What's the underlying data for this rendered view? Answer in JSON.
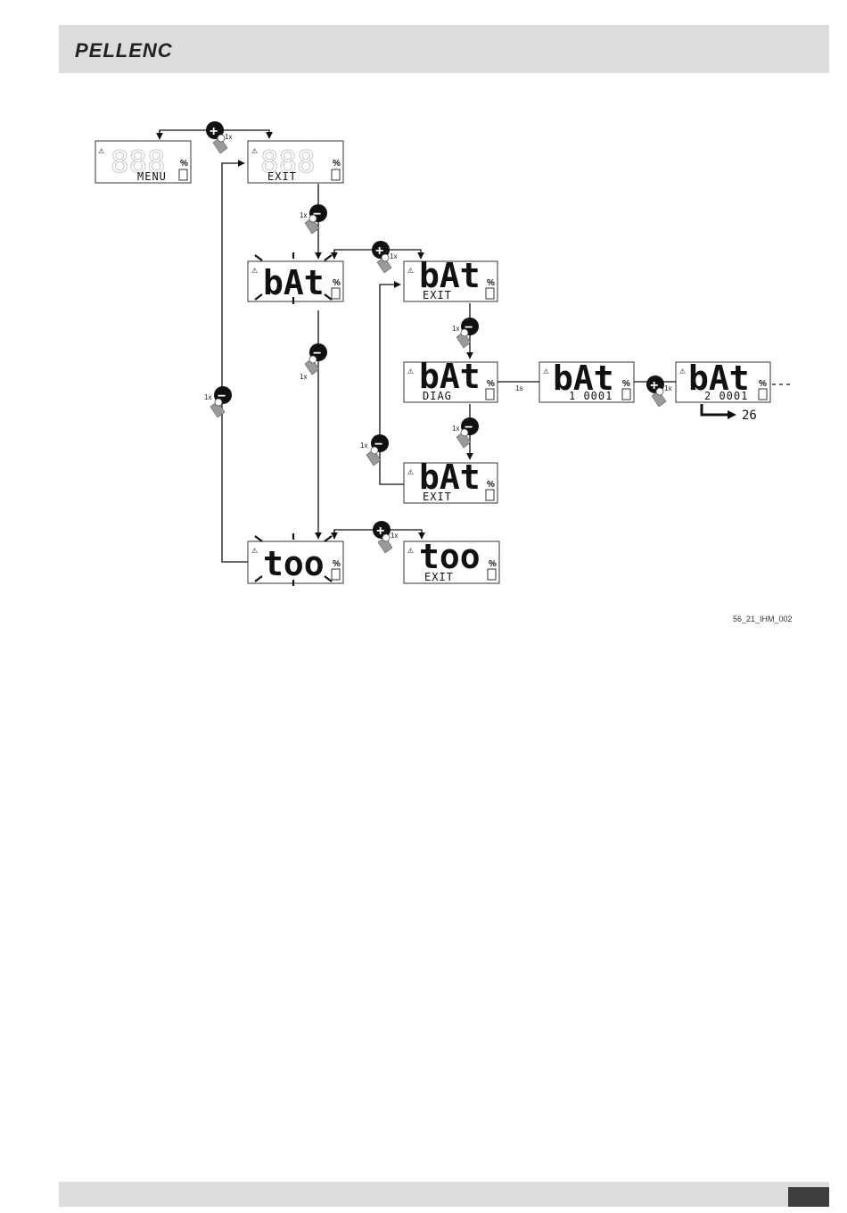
{
  "header": {
    "brand": "PELLENC"
  },
  "screens": {
    "menu": {
      "main": "888",
      "sub": "MENU",
      "pct": "%"
    },
    "exit_top": {
      "main": "888",
      "sub": "EXIT",
      "pct": "%"
    },
    "bat": {
      "main": "bAt",
      "sub": "",
      "pct": "%"
    },
    "bat_exit": {
      "main": "bAt",
      "sub": "EXIT",
      "pct": "%"
    },
    "bat_diag": {
      "main": "bAt",
      "sub": "DIAG",
      "pct": "%"
    },
    "bat_1": {
      "main": "bAt",
      "sub": "1  0001",
      "pct": "%"
    },
    "bat_2": {
      "main": "bAt",
      "sub": "2  0001",
      "pct": "%"
    },
    "bat_exit2": {
      "main": "bAt",
      "sub": "EXIT",
      "pct": "%"
    },
    "too": {
      "main": "too",
      "sub": "",
      "pct": "%"
    },
    "too_exit": {
      "main": "too",
      "sub": "EXIT",
      "pct": "%"
    }
  },
  "labels": {
    "press_1x": "1x",
    "hold_1s": "1s",
    "next_page": "26",
    "plus": "+",
    "minus": "−"
  },
  "figure_ref": "56_21_IHM_002"
}
